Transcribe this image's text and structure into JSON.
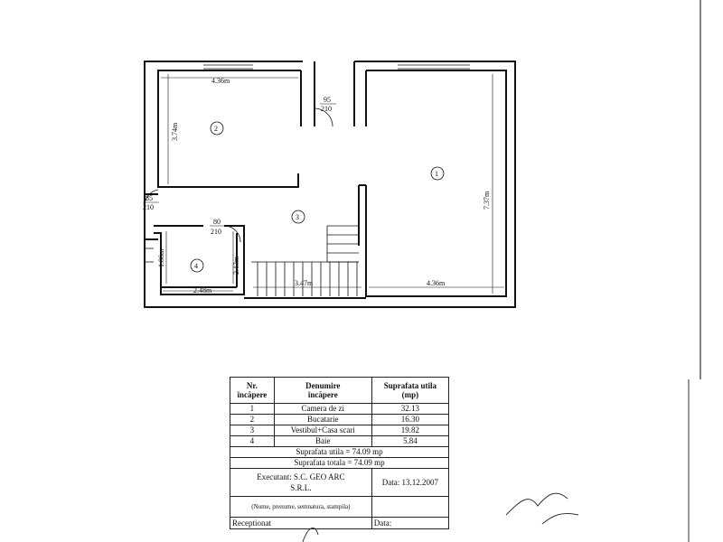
{
  "plan": {
    "dims": {
      "room2_width": "4.36m",
      "room2_height": "3.74m",
      "room1_width": "4.36m",
      "room1_height": "7.37m",
      "room3_width": "3.47m",
      "room4_width": "2.48m",
      "room4_height": "2.13m",
      "room4_height_left": "1.86m"
    },
    "doors": [
      {
        "w": "95",
        "h": "210"
      },
      {
        "w": "85",
        "h": "210"
      },
      {
        "w": "80",
        "h": "210"
      }
    ],
    "room_numbers": [
      "1",
      "2",
      "3",
      "4"
    ]
  },
  "legend": {
    "headers": [
      "Nr.\nîncăpere",
      "Denumire\nîncăpere",
      "Suprafata utila\n(mp)"
    ],
    "rows": [
      {
        "nr": "1",
        "name": "Camera de zi",
        "area": "32.13"
      },
      {
        "nr": "2",
        "name": "Bucatarie",
        "area": "16.30"
      },
      {
        "nr": "3",
        "name": "Vestibul+Casa scari",
        "area": "19.82"
      },
      {
        "nr": "4",
        "name": "Baie",
        "area": "5.84"
      }
    ],
    "useful_total": "Suprafata utila = 74.09 mp",
    "gross_total": "Suprafata totala = 74.09 mp",
    "executant_line1": "Executant: S.C. GEO ARC",
    "executant_line2": "S.R.L.",
    "date": "Data: 13.12.2007",
    "signature_note": "(Nume, prenume, semnatura, stampila)",
    "receptioner": "Receptionat",
    "date2": "Data:"
  }
}
